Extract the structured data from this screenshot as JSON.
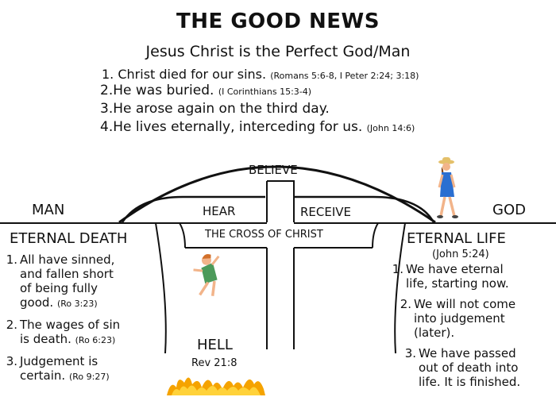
{
  "header": {
    "title": "THE GOOD NEWS",
    "subtitle": "Jesus Christ is the Perfect God/Man"
  },
  "points": [
    {
      "num": "1.",
      "text": "Christ died for our sins.",
      "ref": "(Romans 5:6-8, I Peter 2:24; 3:18)"
    },
    {
      "num": "2.",
      "text": "He was buried.",
      "ref": "(I Corinthians 15:3-4)"
    },
    {
      "num": "3.",
      "text": "He arose again on the third day.",
      "ref": ""
    },
    {
      "num": "4.",
      "text": "He lives eternally, interceding for us.",
      "ref": "(John 14:6)"
    }
  ],
  "diagram": {
    "man": "MAN",
    "god": "GOD",
    "believe": "BELIEVE",
    "hear": "HEAR",
    "receive": "RECEIVE",
    "cross": "THE CROSS OF CHRIST",
    "hell": "HELL",
    "hell_ref": "Rev 21:8"
  },
  "eternal_death": {
    "heading": "ETERNAL DEATH",
    "items": [
      {
        "num": "1.",
        "lines": [
          "All have sinned,",
          "and fallen short",
          "of being fully",
          "good."
        ],
        "ref": "(Ro 3:23)"
      },
      {
        "num": "2.",
        "lines": [
          "The wages of sin",
          "is death."
        ],
        "ref": "(Ro 6:23)"
      },
      {
        "num": "3.",
        "lines": [
          "Judgement is",
          "certain."
        ],
        "ref": "(Ro 9:27)"
      }
    ]
  },
  "eternal_life": {
    "heading": "ETERNAL LIFE",
    "ref": "(John 5:24)",
    "items": [
      {
        "num": "1.",
        "lines": [
          "We have eternal",
          "life, starting now."
        ]
      },
      {
        "num": "2.",
        "lines": [
          "We will not come",
          "into judgement",
          "(later)."
        ]
      },
      {
        "num": "3.",
        "lines": [
          "We have passed",
          "out of death into",
          "life. It is finished."
        ]
      }
    ]
  },
  "colors": {
    "ink": "#111111",
    "road": "#1a1a1a",
    "fire_outer": "#f5a300",
    "fire_inner": "#ffd23a",
    "dress": "#2b6fd1",
    "skin": "#f2b48a",
    "hair": "#8a4b1e",
    "falling_shirt": "#4c9a5a"
  },
  "icons": [
    "walking-woman-icon",
    "falling-person-icon",
    "fire-icon"
  ]
}
